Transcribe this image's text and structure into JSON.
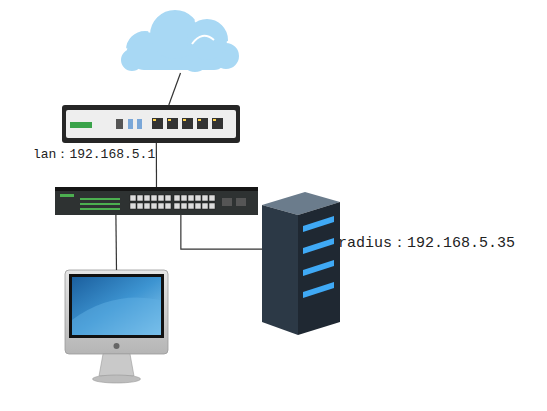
{
  "diagram": {
    "nodes": [
      {
        "text": []
      },
      {
        "text": [
          "lan：192.168.5.1"
        ]
      },
      {
        "text": []
      },
      {
        "text": []
      },
      {
        "text": [
          "radius：192.168.5.35"
        ]
      }
    ],
    "edges": [
      {
        "from": 0,
        "to": 1,
        "arrow": "none"
      },
      {
        "from": 1,
        "to": 2,
        "arrow": "none"
      },
      {
        "from": 2,
        "to": 3,
        "arrow": "none"
      },
      {
        "from": 2,
        "to": 4,
        "arrow": "none"
      }
    ]
  }
}
